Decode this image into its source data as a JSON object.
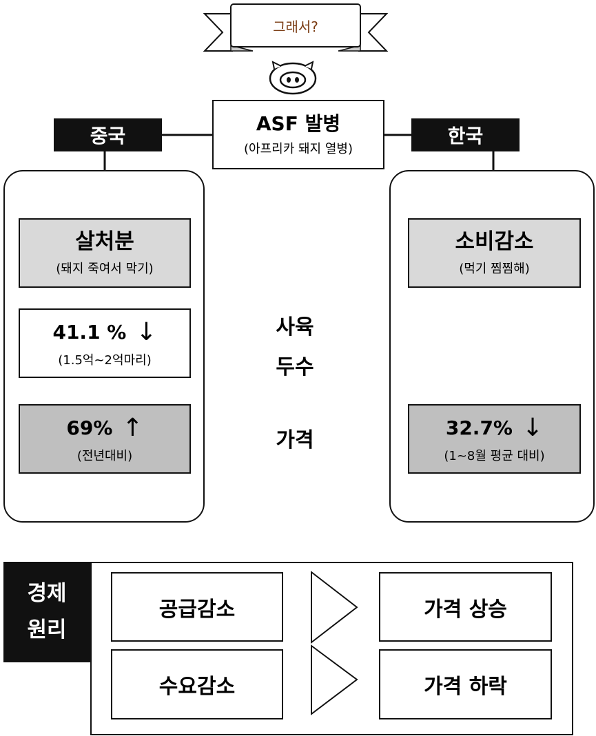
{
  "ribbon": {
    "text": "그래서?"
  },
  "pig": {
    "icon": "pig-face-icon"
  },
  "center_box": {
    "title": "ASF 발병",
    "subtitle": "(아프리카 돼지 열병)"
  },
  "china": {
    "label": "중국",
    "cards": [
      {
        "title": "살처분",
        "subtitle": "(돼지 죽여서 막기)"
      },
      {
        "title": "41.1 %",
        "arrow": "↓",
        "subtitle": "(1.5억~2억마리)"
      },
      {
        "title": "69%",
        "arrow": "↑",
        "subtitle": "(전년대비)"
      }
    ]
  },
  "korea": {
    "label": "한국",
    "cards": [
      {
        "title": "소비감소",
        "subtitle": "(먹기 찜찜해)"
      },
      {
        "title": "32.7%",
        "arrow": "↓",
        "subtitle": "(1~8월 평균 대비)"
      }
    ]
  },
  "middle_labels": {
    "livestock_1": "사육",
    "livestock_2": "두수",
    "price": "가격"
  },
  "economics": {
    "label_1": "경제",
    "label_2": "원리",
    "rows": [
      {
        "cause": "공급감소",
        "effect": "가격 상승"
      },
      {
        "cause": "수요감소",
        "effect": "가격 하락"
      }
    ]
  },
  "colors": {
    "ribbon_text": "#7a3b12",
    "label_bg": "#111111",
    "card_gray": "#d9d9d9",
    "card_dark_gray": "#bfbfbf"
  }
}
